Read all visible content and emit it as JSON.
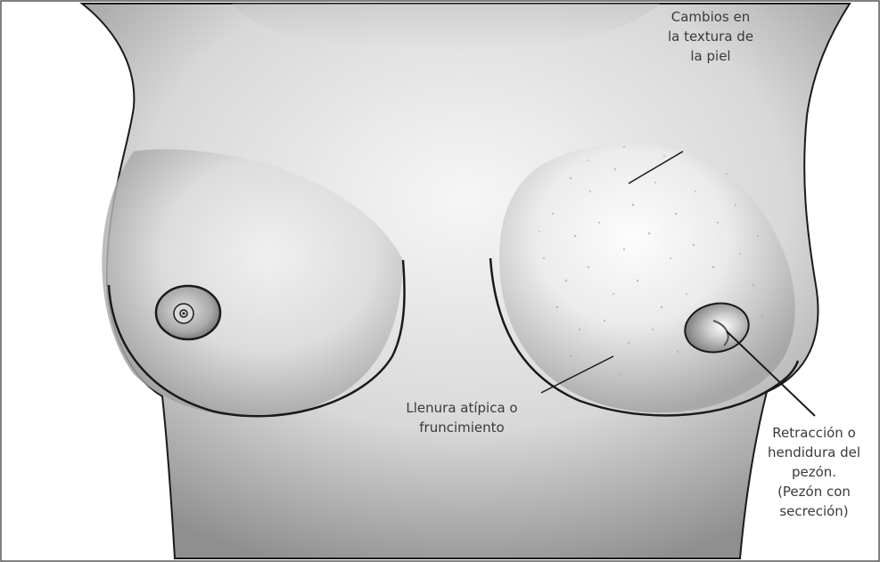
{
  "labels": {
    "skin_texture": [
      "Cambios en",
      "la textura de",
      "la piel"
    ],
    "fullness": [
      "Llenura atípica o",
      "fruncimiento"
    ],
    "nipple": [
      "Retracción o",
      "hendidura del",
      "pezón.",
      "(Pezón con",
      "secreción)"
    ]
  },
  "colors": {
    "outline": "#1a1a1a",
    "skin_shade": "#8a8a8a",
    "skin_light": "#f4f4f4",
    "frame_border": "#555555"
  }
}
